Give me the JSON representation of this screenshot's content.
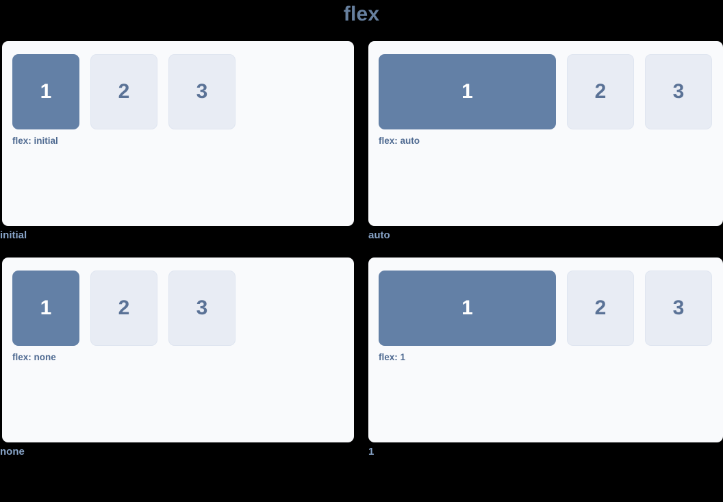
{
  "title": "flex",
  "colors": {
    "background": "#000000",
    "panel_background": "#f9fafc",
    "primary_box": "#6380a6",
    "secondary_box": "#e8ecf4",
    "secondary_border": "#dfe5f0",
    "title_text": "#67809f",
    "caption_text": "#4f6a91",
    "label_text": "#88a4c8",
    "primary_box_text": "#ffffff",
    "secondary_box_text": "#5a7296"
  },
  "demos": [
    {
      "label": "initial",
      "caption": "flex: initial",
      "grow": false,
      "boxes": [
        {
          "number": "1",
          "style": "primary"
        },
        {
          "number": "2",
          "style": "secondary"
        },
        {
          "number": "3",
          "style": "secondary"
        }
      ]
    },
    {
      "label": "auto",
      "caption": "flex: auto",
      "grow": true,
      "boxes": [
        {
          "number": "1",
          "style": "primary"
        },
        {
          "number": "2",
          "style": "secondary"
        },
        {
          "number": "3",
          "style": "secondary"
        }
      ]
    },
    {
      "label": "none",
      "caption": "flex: none",
      "grow": false,
      "boxes": [
        {
          "number": "1",
          "style": "primary"
        },
        {
          "number": "2",
          "style": "secondary"
        },
        {
          "number": "3",
          "style": "secondary"
        }
      ]
    },
    {
      "label": "1",
      "caption": "flex: 1",
      "grow": true,
      "boxes": [
        {
          "number": "1",
          "style": "primary"
        },
        {
          "number": "2",
          "style": "secondary"
        },
        {
          "number": "3",
          "style": "secondary"
        }
      ]
    }
  ]
}
